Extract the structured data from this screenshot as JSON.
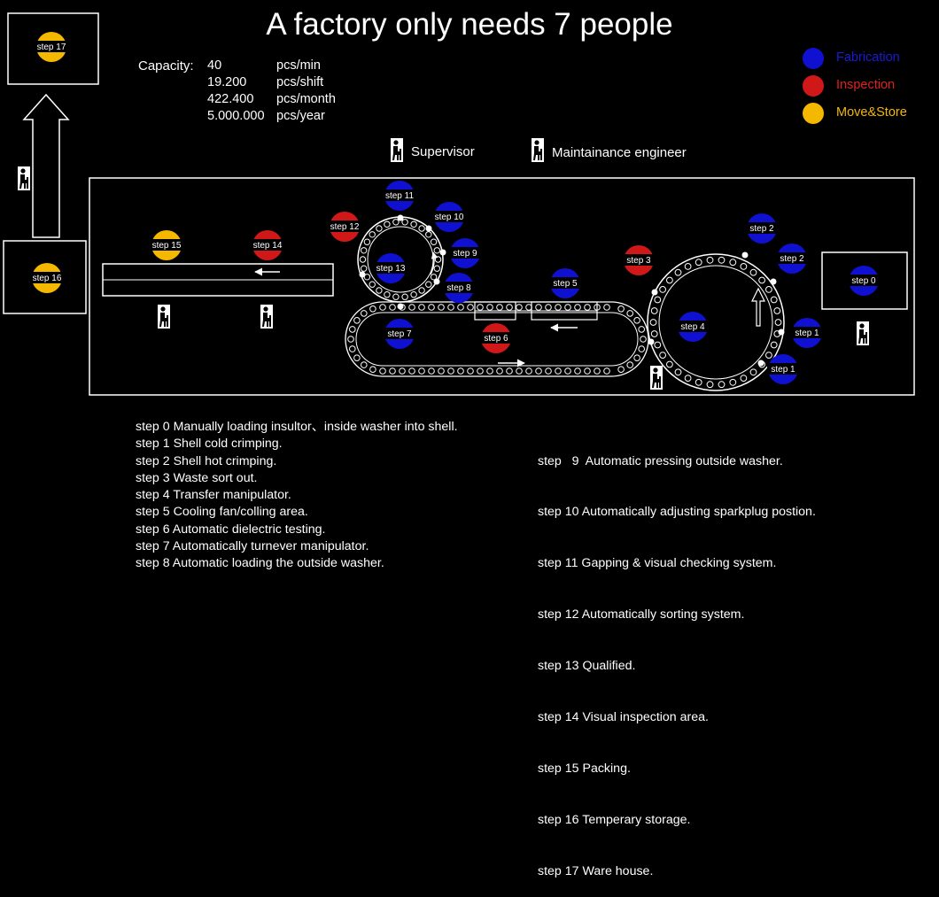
{
  "title": "A factory only needs 7 people",
  "capacity": {
    "label": "Capacity:",
    "rows": [
      {
        "value": "40",
        "unit": "pcs/min"
      },
      {
        "value": "19.200",
        "unit": "pcs/shift"
      },
      {
        "value": "422.400",
        "unit": "pcs/month"
      },
      {
        "value": "5.000.000",
        "unit": "pcs/year"
      }
    ]
  },
  "legend": [
    {
      "label": "Fabrication",
      "color": "#1010d0"
    },
    {
      "label": "Inspection",
      "color": "#d01818"
    },
    {
      "label": "Move&Store",
      "color": "#f5b800"
    }
  ],
  "roles": {
    "supervisor": "Supervisor",
    "engineer": "Maintainance engineer"
  },
  "steps": {
    "s0": "step 0",
    "s1a": "step 1",
    "s1b": "step 1",
    "s2a": "step 2",
    "s2b": "step 2",
    "s3": "step 3",
    "s4": "step 4",
    "s5": "step 5",
    "s6": "step 6",
    "s7": "step 7",
    "s8": "step 8",
    "s9": "step 9",
    "s10": "step 10",
    "s11": "step 11",
    "s12": "step 12",
    "s13": "step 13",
    "s14": "step 14",
    "s15": "step 15",
    "s16": "step 16",
    "s17": "step 17"
  },
  "descriptions_left": [
    "step 0  Manually loading insultor、inside washer into shell.",
    "step 1  Shell cold crimping.",
    "step 2  Shell hot crimping.",
    "step 3  Waste sort out.",
    "step 4  Transfer manipulator.",
    "step 5  Cooling fan/colling area.",
    "step 6  Automatic dielectric testing.",
    "step 7  Automatically turnever manipulator.",
    "step 8  Automatic loading the outside washer."
  ],
  "descriptions_right": [
    "step   9  Automatic pressing outside washer.",
    "step 10  Automatically adjusting sparkplug postion.",
    "step 11  Gapping & visual checking system.",
    "step 12  Automatically sorting system.",
    "step 13  Qualified.",
    "step 14  Visual inspection area.",
    "step 15  Packing.",
    "step 16  Temperary storage.",
    "step 17  Ware house."
  ]
}
